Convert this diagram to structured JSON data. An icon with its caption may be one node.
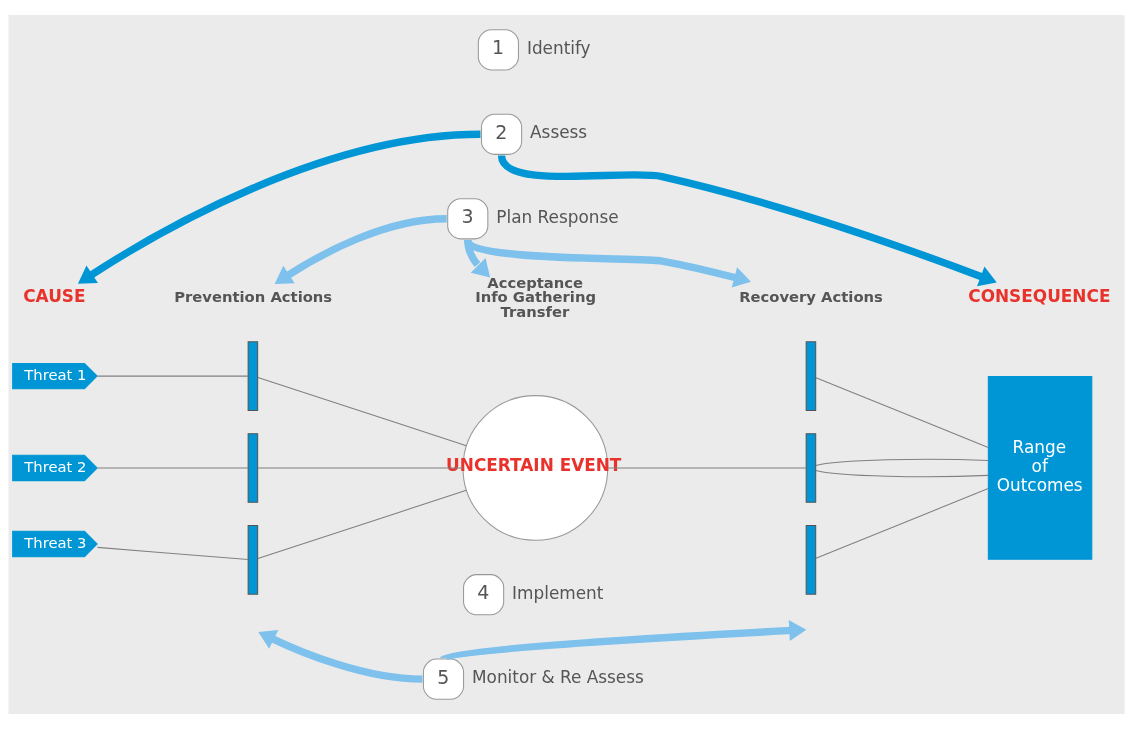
{
  "diagram": {
    "nodes": [
      {
        "text": [
          "1"
        ],
        "beside": [
          "Identify"
        ]
      },
      {
        "text": [
          "2"
        ],
        "beside": [
          "Assess"
        ]
      },
      {
        "text": [
          "3"
        ],
        "beside": [
          "Plan Response"
        ]
      },
      {
        "text": [
          "CAUSE"
        ]
      },
      {
        "text": [
          "Prevention Actions"
        ]
      },
      {
        "text": [
          "Acceptance",
          "Info Gathering",
          "Transfer"
        ]
      },
      {
        "text": [
          "Recovery Actions"
        ]
      },
      {
        "text": [
          "CONSEQUENCE"
        ]
      },
      {
        "text": [
          "Threat 1"
        ]
      },
      {
        "text": [
          "Threat 2"
        ]
      },
      {
        "text": [
          "Threat 3"
        ]
      },
      {
        "text": [],
        "shape": "bar"
      },
      {
        "text": [],
        "shape": "bar"
      },
      {
        "text": [],
        "shape": "bar"
      },
      {
        "text": [
          "UNCERTAIN EVENT"
        ]
      },
      {
        "text": [],
        "shape": "bar"
      },
      {
        "text": [],
        "shape": "bar"
      },
      {
        "text": [],
        "shape": "bar"
      },
      {
        "text": [
          "Range of Outcomes"
        ]
      },
      {
        "text": [
          "4"
        ],
        "beside": [
          "Implement"
        ]
      },
      {
        "text": [
          "5"
        ],
        "beside": [
          "Monitor & Re Assess"
        ]
      }
    ],
    "edges": [
      {
        "from": 1,
        "to": 3,
        "arrow": "to",
        "style": "thick",
        "color": "#0096d6"
      },
      {
        "from": 1,
        "to": 7,
        "arrow": "to",
        "style": "thick",
        "color": "#0096d6"
      },
      {
        "from": 2,
        "to": 4,
        "arrow": "to",
        "style": "thick",
        "color": "#7dc1ec"
      },
      {
        "from": 2,
        "to": 5,
        "arrow": "to",
        "style": "thick",
        "color": "#7dc1ec"
      },
      {
        "from": 2,
        "to": 6,
        "arrow": "to",
        "style": "thick",
        "color": "#7dc1ec"
      },
      {
        "from": 8,
        "to": 11,
        "arrow": "none"
      },
      {
        "from": 11,
        "to": 14,
        "arrow": "none"
      },
      {
        "from": 9,
        "to": 12,
        "arrow": "none"
      },
      {
        "from": 12,
        "to": 14,
        "arrow": "none"
      },
      {
        "from": 10,
        "to": 13,
        "arrow": "none"
      },
      {
        "from": 13,
        "to": 14,
        "arrow": "none"
      },
      {
        "from": 14,
        "to": 16,
        "arrow": "none"
      },
      {
        "from": 15,
        "to": 18,
        "arrow": "none"
      },
      {
        "from": 16,
        "to": 18,
        "arrow": "none"
      },
      {
        "from": 16,
        "to": 18,
        "arrow": "none"
      },
      {
        "from": 17,
        "to": 18,
        "arrow": "none"
      },
      {
        "from": 20,
        "to": null,
        "arrow": "to",
        "style": "thick",
        "color": "#7dc1ec"
      },
      {
        "from": 20,
        "to": null,
        "arrow": "to",
        "style": "thick",
        "color": "#7dc1ec"
      }
    ]
  }
}
